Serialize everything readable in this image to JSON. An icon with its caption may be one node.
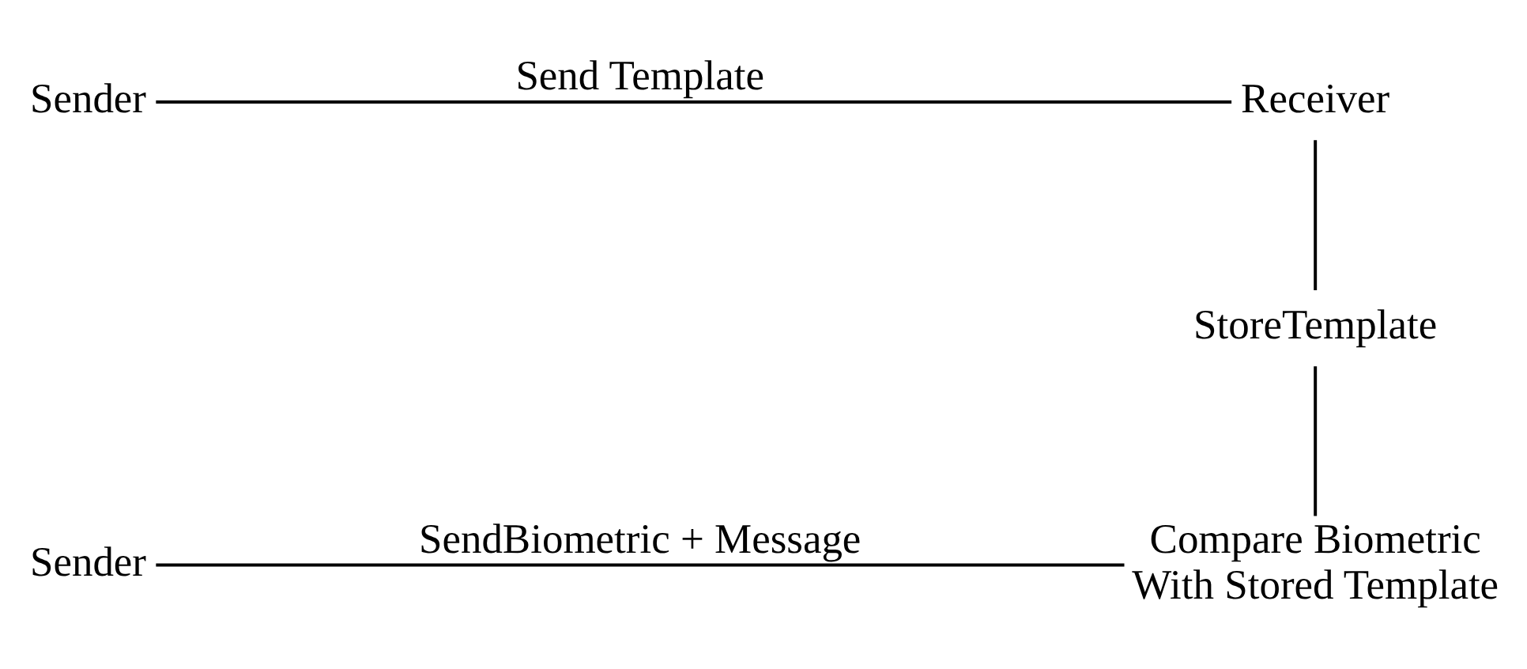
{
  "diagram": {
    "nodes": [
      {
        "text": [
          "Sender"
        ]
      },
      {
        "text": [
          "Receiver"
        ]
      },
      {
        "text": [
          "StoreTemplate"
        ]
      },
      {
        "text": [
          "Sender"
        ]
      },
      {
        "text": [
          "Compare Biometric With Stored Template"
        ]
      }
    ],
    "edges": [
      {
        "from": 0,
        "to": 1,
        "arrow": "none",
        "label": "Send Template"
      },
      {
        "from": 1,
        "to": 2,
        "arrow": "none"
      },
      {
        "from": 2,
        "to": 4,
        "arrow": "none"
      },
      {
        "from": 3,
        "to": 4,
        "arrow": "none",
        "label": "SendBiometric + Message"
      }
    ]
  }
}
